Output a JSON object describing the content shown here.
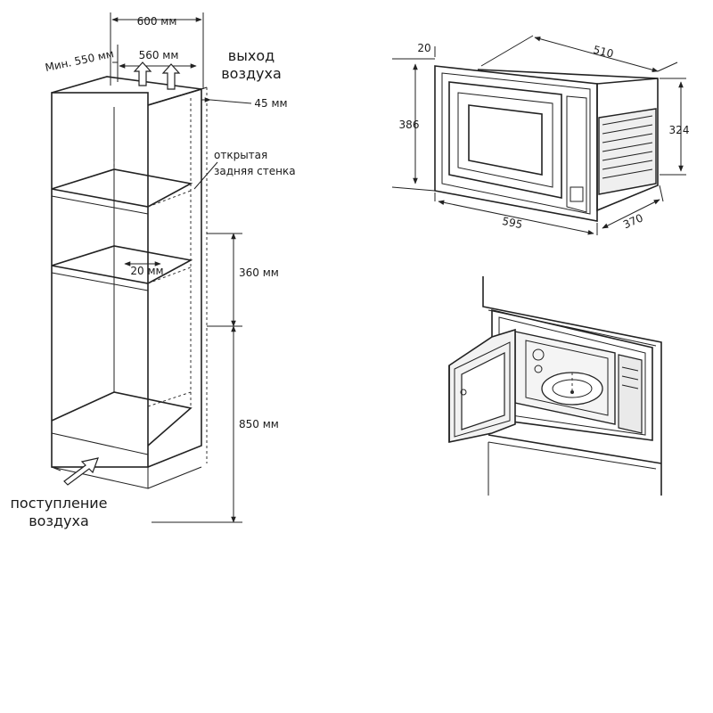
{
  "cabinet": {
    "width_label": "600 мм",
    "min_depth_label": "Мин. 550 мм",
    "inner_width_label": "560 мм",
    "air_out_line1": "выход",
    "air_out_line2": "воздуха",
    "gap_label": "45 мм",
    "back_wall_line1": "открытая",
    "back_wall_line2": "задняя стенка",
    "shelf_gap_label": "20 мм",
    "niche_height_label": "360 мм",
    "base_height_label": "850 мм",
    "air_in_line1": "поступление",
    "air_in_line2": "воздуха"
  },
  "microwave": {
    "frame_depth": "20",
    "body_width": "510",
    "front_height": "386",
    "body_height": "324",
    "front_width": "595",
    "body_depth": "370"
  }
}
